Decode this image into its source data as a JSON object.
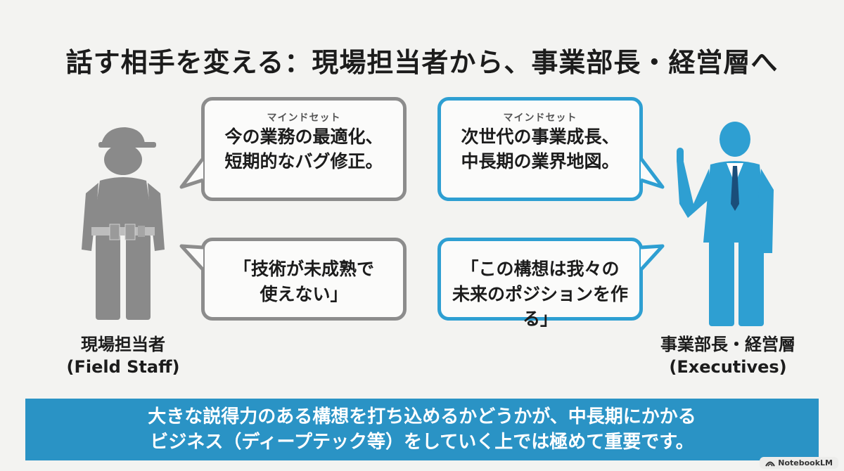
{
  "title": "話す相手を変える：現場担当者から、事業部長・経営層へ",
  "field_staff": {
    "label_jp": "現場担当者",
    "label_en": "(Field Staff)",
    "color": "#8c8c8c",
    "mindset_label": "マインドセット",
    "mindset_line1": "今の業務の最適化、",
    "mindset_line2": "短期的なバグ修正。",
    "quote_line1": "「技術が未成熟で",
    "quote_line2": "使えない」"
  },
  "executives": {
    "label_jp": "事業部長・経営層",
    "label_en": "(Executives)",
    "color": "#2e9fd2",
    "mindset_label": "マインドセット",
    "mindset_line1": "次世代の事業成長、",
    "mindset_line2": "中長期の業界地図。",
    "quote_line1": "「この構想は我々の",
    "quote_line2": "未来のポジションを作る」"
  },
  "banner": {
    "line1": "大きな説得力のある構想を打ち込めるかどうかが、中長期にかかる",
    "line2": "ビジネス（ディープテック等）をしていく上では極めて重要です。",
    "color": "#2a93c5"
  },
  "watermark": {
    "text": "NotebookLM",
    "icon": "notebooklm-logo-icon"
  }
}
